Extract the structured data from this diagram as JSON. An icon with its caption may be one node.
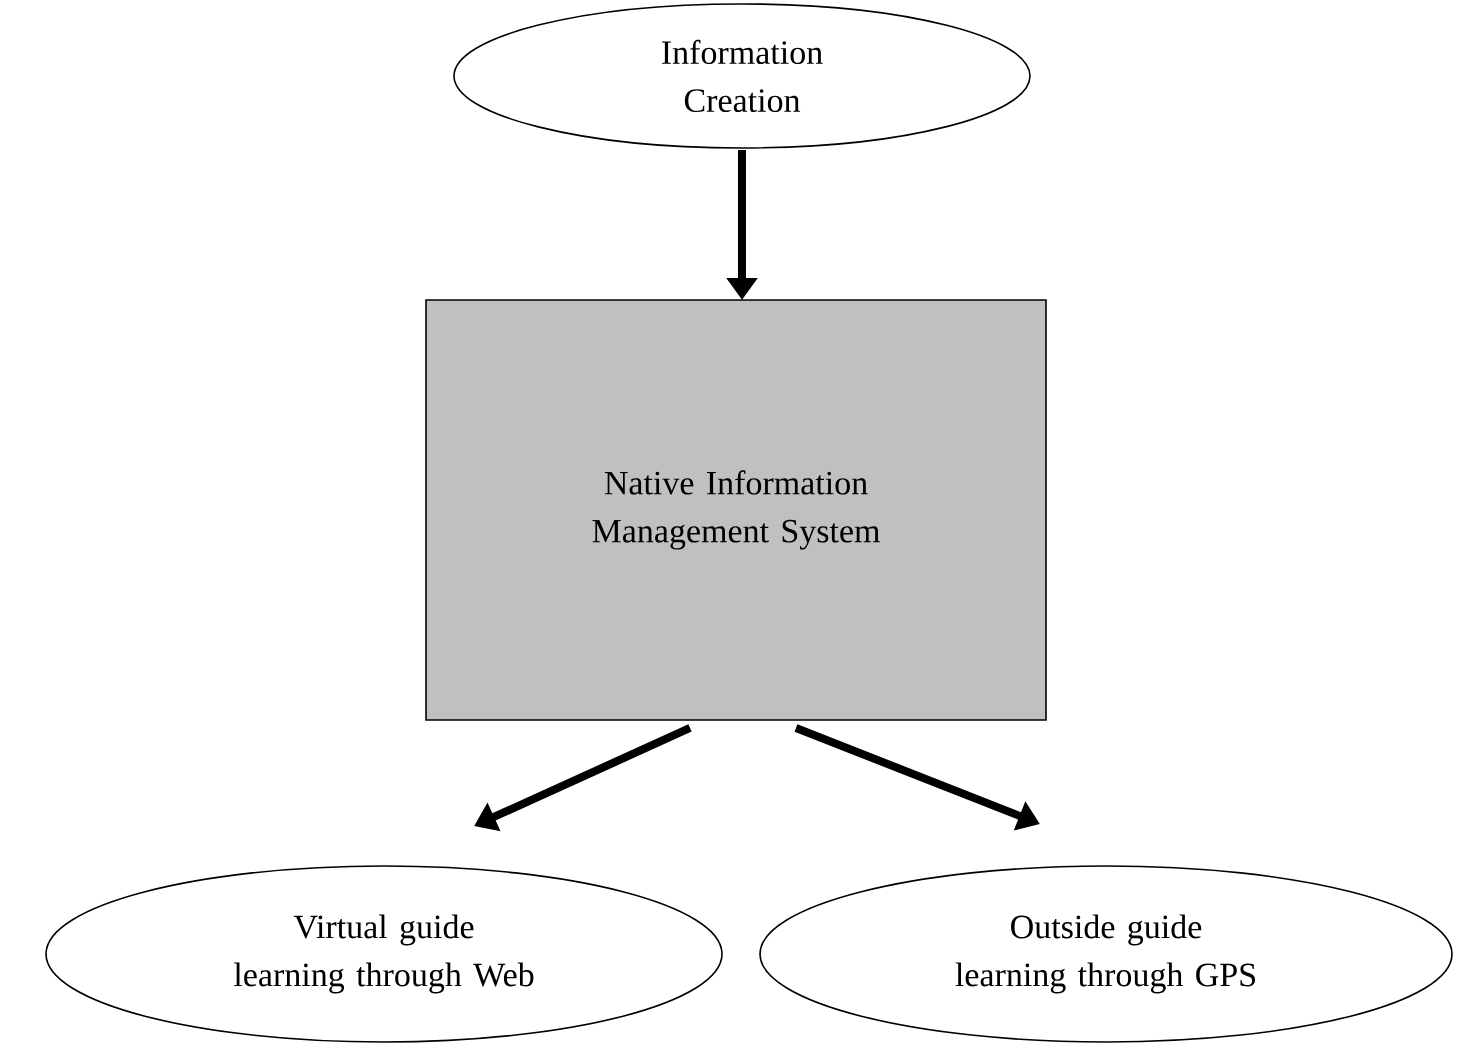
{
  "diagram": {
    "nodes": [
      {
        "text": [
          "Information Creation"
        ]
      },
      {
        "text": [
          "Native Information Management System"
        ]
      },
      {
        "text": [
          "Virtual guide learning through Web"
        ]
      },
      {
        "text": [
          "Outside guide learning through GPS"
        ]
      }
    ],
    "edges": [
      {
        "from": 0,
        "to": 1,
        "arrow": "to"
      },
      {
        "from": 1,
        "to": 2,
        "arrow": "to"
      },
      {
        "from": 1,
        "to": 3,
        "arrow": "to"
      }
    ]
  }
}
